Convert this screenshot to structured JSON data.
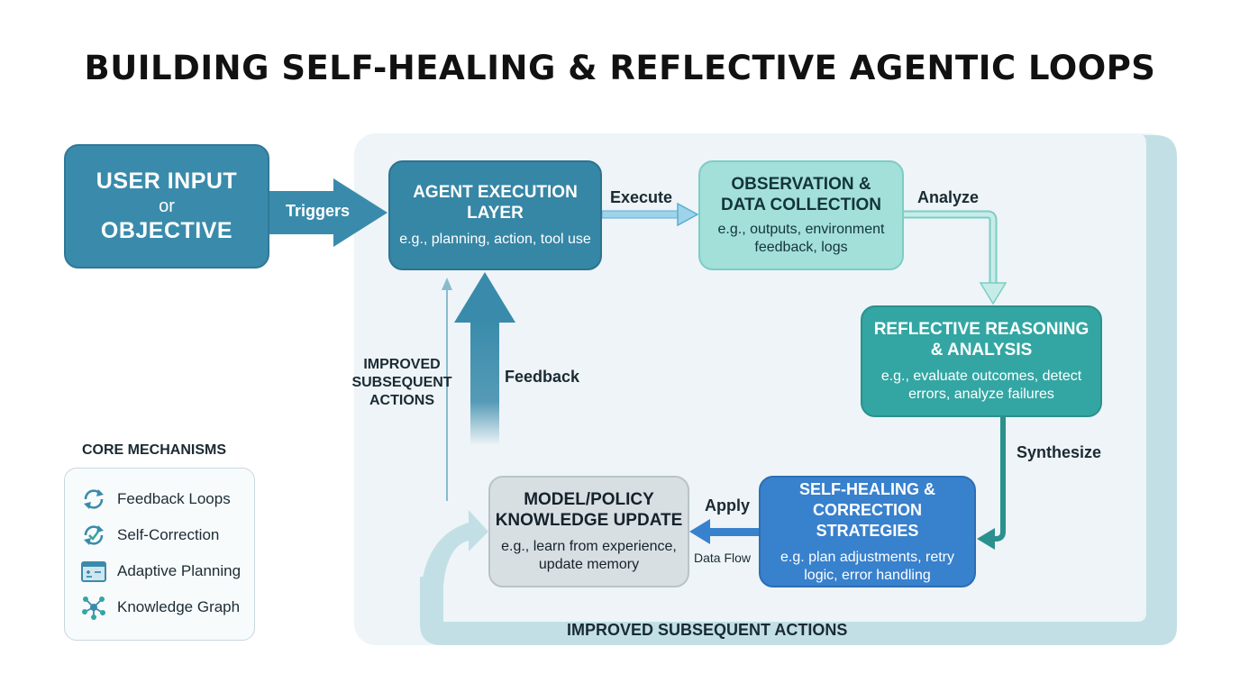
{
  "title": "BUILDING SELF-HEALING & REFLECTIVE AGENTIC LOOPS",
  "nodes": {
    "user_input": {
      "line1": "USER INPUT",
      "line2": "or",
      "line3": "OBJECTIVE"
    },
    "agent_execution": {
      "title": "AGENT EXECUTION LAYER",
      "subtitle": "e.g., planning, action, tool use"
    },
    "observation": {
      "title": "OBSERVATION & DATA COLLECTION",
      "subtitle": "e.g., outputs, environment feedback, logs"
    },
    "reflective": {
      "title": "REFLECTIVE REASONING & ANALYSIS",
      "subtitle": "e.g., evaluate outcomes, detect errors, analyze failures"
    },
    "self_healing": {
      "title": "SELF-HEALING & CORRECTION STRATEGIES",
      "subtitle": "e.g. plan adjustments, retry logic, error handling"
    },
    "model_update": {
      "title": "MODEL/POLICY KNOWLEDGE UPDATE",
      "subtitle": "e.g., learn from experience, update memory"
    }
  },
  "edges": {
    "triggers": "Triggers",
    "execute": "Execute",
    "analyze": "Analyze",
    "synthesize": "Synthesize",
    "apply": "Apply",
    "data_flow": "Data Flow",
    "feedback": "Feedback",
    "improved_left": "IMPROVED SUBSEQUENT ACTIONS",
    "improved_bottom": "IMPROVED SUBSEQUENT ACTIONS"
  },
  "legend": {
    "title": "CORE MECHANISMS",
    "items": [
      {
        "label": "Feedback Loops",
        "icon": "refresh-loop-icon"
      },
      {
        "label": "Self-Correction",
        "icon": "check-cycle-icon"
      },
      {
        "label": "Adaptive Planning",
        "icon": "planning-window-icon"
      },
      {
        "label": "Knowledge Graph",
        "icon": "network-graph-icon"
      }
    ]
  },
  "colors": {
    "user_input": "#3a8bab",
    "agent_execution": "#3686a5",
    "observation": "#a3e0da",
    "reflective": "#33a6a3",
    "self_healing": "#3881cd",
    "model_update": "#d8dfe3",
    "panel": "#eef4f7",
    "loop_band": "#c2dfe6"
  }
}
